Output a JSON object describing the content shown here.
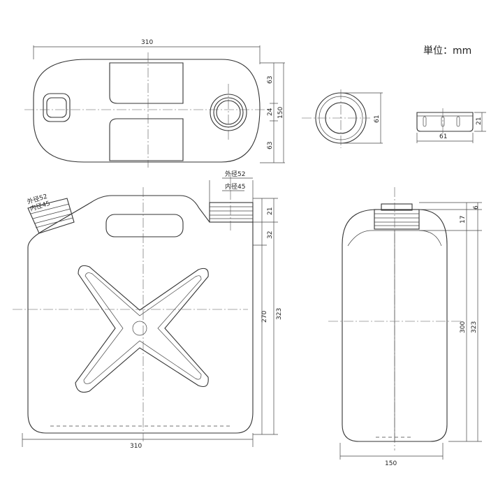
{
  "unit_label": "単位：mm",
  "top_view": {
    "width": "310",
    "dim_a": "63",
    "dim_b": "24",
    "dim_c": "63",
    "height": "150"
  },
  "cap_top": {
    "diameter": "61"
  },
  "cap_side": {
    "height": "21",
    "width": "61"
  },
  "front_view": {
    "left_spout_outer": "外径52",
    "left_spout_inner": "内径45",
    "spout_outer": "外径52",
    "spout_inner": "内径45",
    "dim_neck": "21",
    "dim_shoulder": "32",
    "body_height": "270",
    "total_height": "323",
    "width": "310"
  },
  "side_view": {
    "dim_top": "6",
    "dim_neck": "17",
    "body_height": "300",
    "total_height": "323",
    "width": "150"
  }
}
